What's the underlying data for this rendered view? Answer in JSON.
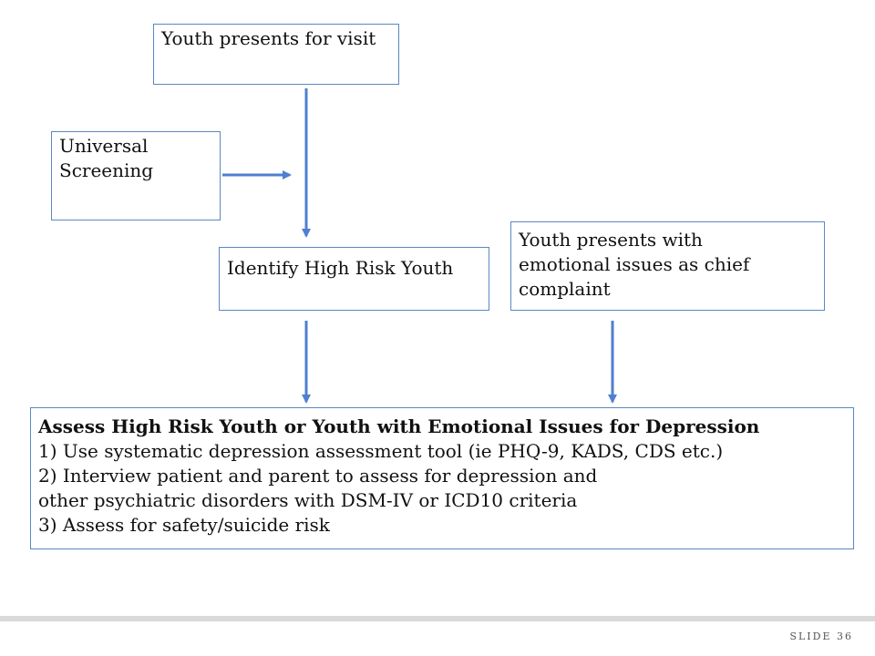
{
  "nodes": {
    "visit": {
      "lines": [
        "Youth presents for visit"
      ]
    },
    "universal": {
      "lines": [
        "Universal",
        "Screening"
      ]
    },
    "identify": {
      "lines": [
        "Identify High Risk Youth"
      ]
    },
    "emotional": {
      "lines": [
        "Youth presents with",
        "emotional issues as chief",
        "complaint"
      ]
    },
    "assess": {
      "title": "Assess High Risk Youth or Youth with Emotional Issues for Depression",
      "lines": [
        "1) Use systematic depression assessment tool (ie PHQ-9, KADS, CDS etc.)",
        "2) Interview patient and parent to assess for depression and",
        "other psychiatric disorders with DSM-IV or ICD10 criteria",
        "3) Assess for safety/suicide risk"
      ]
    }
  },
  "edges": [
    {
      "from": "visit",
      "to": "identify"
    },
    {
      "from": "universal",
      "to": "visit-identify-flow"
    },
    {
      "from": "identify",
      "to": "assess"
    },
    {
      "from": "emotional",
      "to": "assess"
    }
  ],
  "colors": {
    "box_border": "#5b87c5",
    "arrow": "#4f7fd0"
  },
  "footer": {
    "slide_label": "SLIDE 36"
  }
}
